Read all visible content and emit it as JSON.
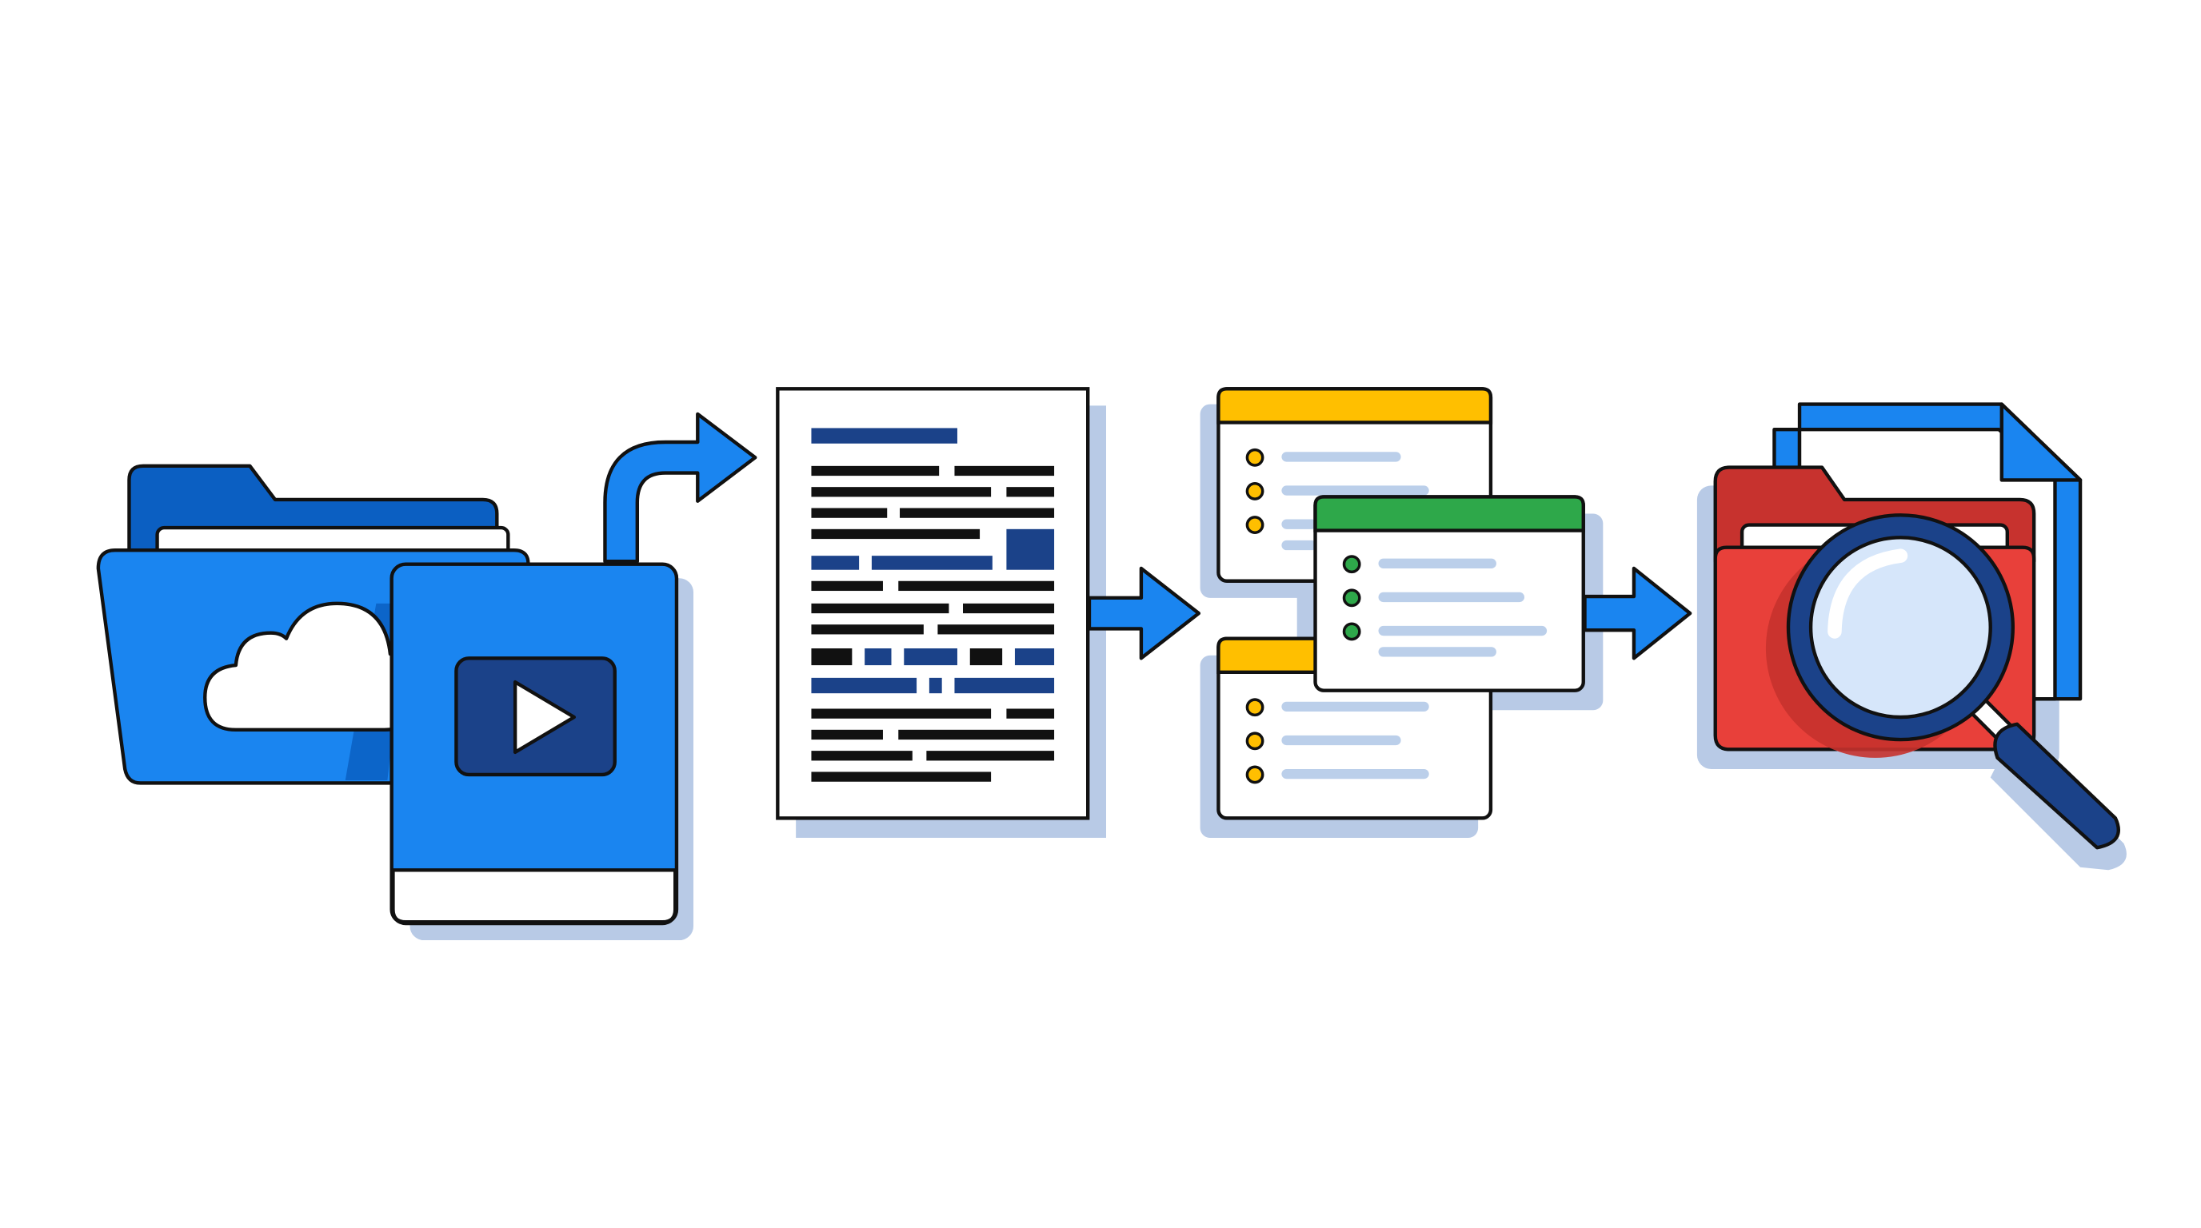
{
  "diagram": {
    "kind": "flow",
    "stages": [
      {
        "name": "cloud-folder-with-video",
        "icons": [
          "cloud-folder-icon",
          "video-file-icon",
          "cloud-icon",
          "play-icon"
        ]
      },
      {
        "name": "text-document",
        "icons": [
          "document-icon"
        ]
      },
      {
        "name": "category-cards",
        "icons": [
          "list-card-icon"
        ],
        "cards": [
          {
            "accent": "#FFBF00",
            "bullets": 3
          },
          {
            "accent": "#2EA84A",
            "bullets": 3
          },
          {
            "accent": "#FFBF00",
            "bullets": 3
          }
        ]
      },
      {
        "name": "search-folder",
        "icons": [
          "red-folder-icon",
          "file-icon",
          "magnifier-icon"
        ]
      }
    ],
    "arrows": [
      {
        "from": "cloud-folder-with-video",
        "to": "text-document",
        "style": "curved"
      },
      {
        "from": "text-document",
        "to": "category-cards",
        "style": "straight"
      },
      {
        "from": "category-cards",
        "to": "search-folder",
        "style": "straight"
      }
    ]
  },
  "colors": {
    "blue_primary": "#1A85F0",
    "blue_dark": "#0B5FC2",
    "navy": "#1B4289",
    "shadow": "#B8CAE6",
    "yellow": "#FFBF00",
    "green": "#2EA84A",
    "red": "#E8403A",
    "red_dark": "#C7322E",
    "lens": "#D6E6FA",
    "text_bar": "#111111",
    "list_bar": "#BBCFEA",
    "outline": "#111111"
  }
}
